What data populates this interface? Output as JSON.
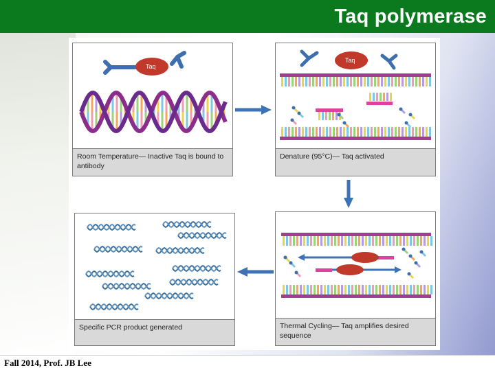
{
  "slide": {
    "title": "Taq polymerase",
    "footer": "Fall 2014, Prof. JB Lee"
  },
  "panels": [
    {
      "id": "room-temp",
      "caption": "Room Temperature— Inactive Taq is bound to antibody",
      "enzyme_label": "Taq"
    },
    {
      "id": "denature",
      "caption": "Denature (95°C)—  Taq activated",
      "enzyme_label": "Taq"
    },
    {
      "id": "thermal-cycling",
      "caption": "Thermal Cycling— Taq amplifies desired sequence"
    },
    {
      "id": "pcr-product",
      "caption": "Specific PCR product generated"
    }
  ],
  "colors": {
    "title_bar": "#0b7a1e",
    "taq_enzyme": "#c0392b",
    "antibody": "#3d6fae",
    "dna_backbone": "#8b2e8b",
    "strand_bar": "#a23e8c",
    "primer": "#e040a0",
    "flow_arrow": "#3d72b5"
  },
  "flow": [
    "room-temp",
    "denature",
    "thermal-cycling",
    "pcr-product"
  ]
}
